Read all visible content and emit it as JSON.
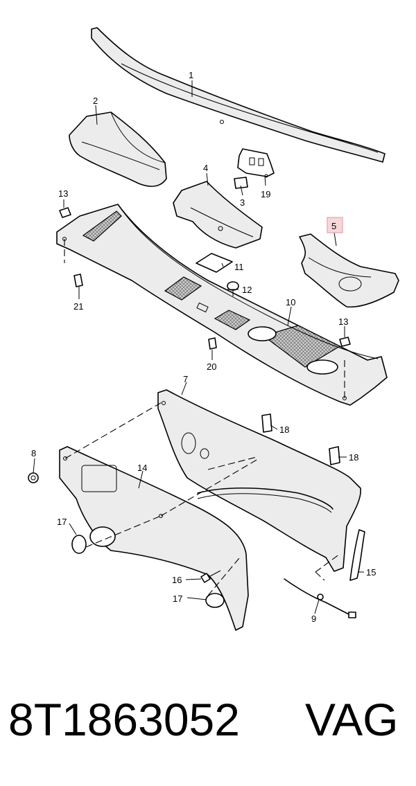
{
  "callouts": {
    "c1": "1",
    "c2": "2",
    "c3": "3",
    "c4": "4",
    "c5": "5",
    "c7": "7",
    "c8": "8",
    "c9": "9",
    "c10": "10",
    "c11": "11",
    "c12": "12",
    "c13a": "13",
    "c13b": "13",
    "c14": "14",
    "c15": "15",
    "c16": "16",
    "c17a": "17",
    "c17b": "17",
    "c18a": "18",
    "c18b": "18",
    "c19": "19",
    "c20": "20",
    "c21": "21"
  },
  "highlight_color": "#e8a0a8",
  "footer": {
    "part_number": "8T1863052",
    "brand": "VAG"
  }
}
